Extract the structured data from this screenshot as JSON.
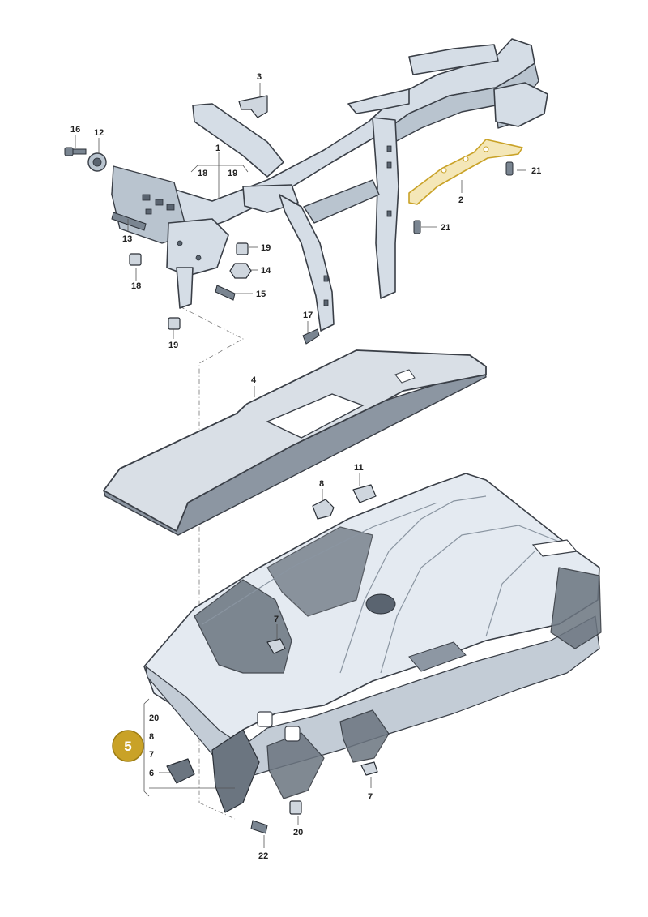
{
  "labels": {
    "p1": "1",
    "p1_18": "18",
    "p1_19": "19",
    "p2": "2",
    "p3": "3",
    "p4": "4",
    "p8": "8",
    "p11": "11",
    "p7a": "7",
    "p7b": "7",
    "p12": "12",
    "p13": "13",
    "p14": "14",
    "p15": "15",
    "p16": "16",
    "p17": "17",
    "p18": "18",
    "p19a": "19",
    "p19b": "19",
    "p20": "20",
    "p21a": "21",
    "p21b": "21",
    "p22": "22",
    "group5_20": "20",
    "group5_8": "8",
    "group5_7": "7",
    "group5_6": "6"
  },
  "badge": {
    "text": "5",
    "color": "#c9a227"
  },
  "highlight_color": "#c9a227"
}
